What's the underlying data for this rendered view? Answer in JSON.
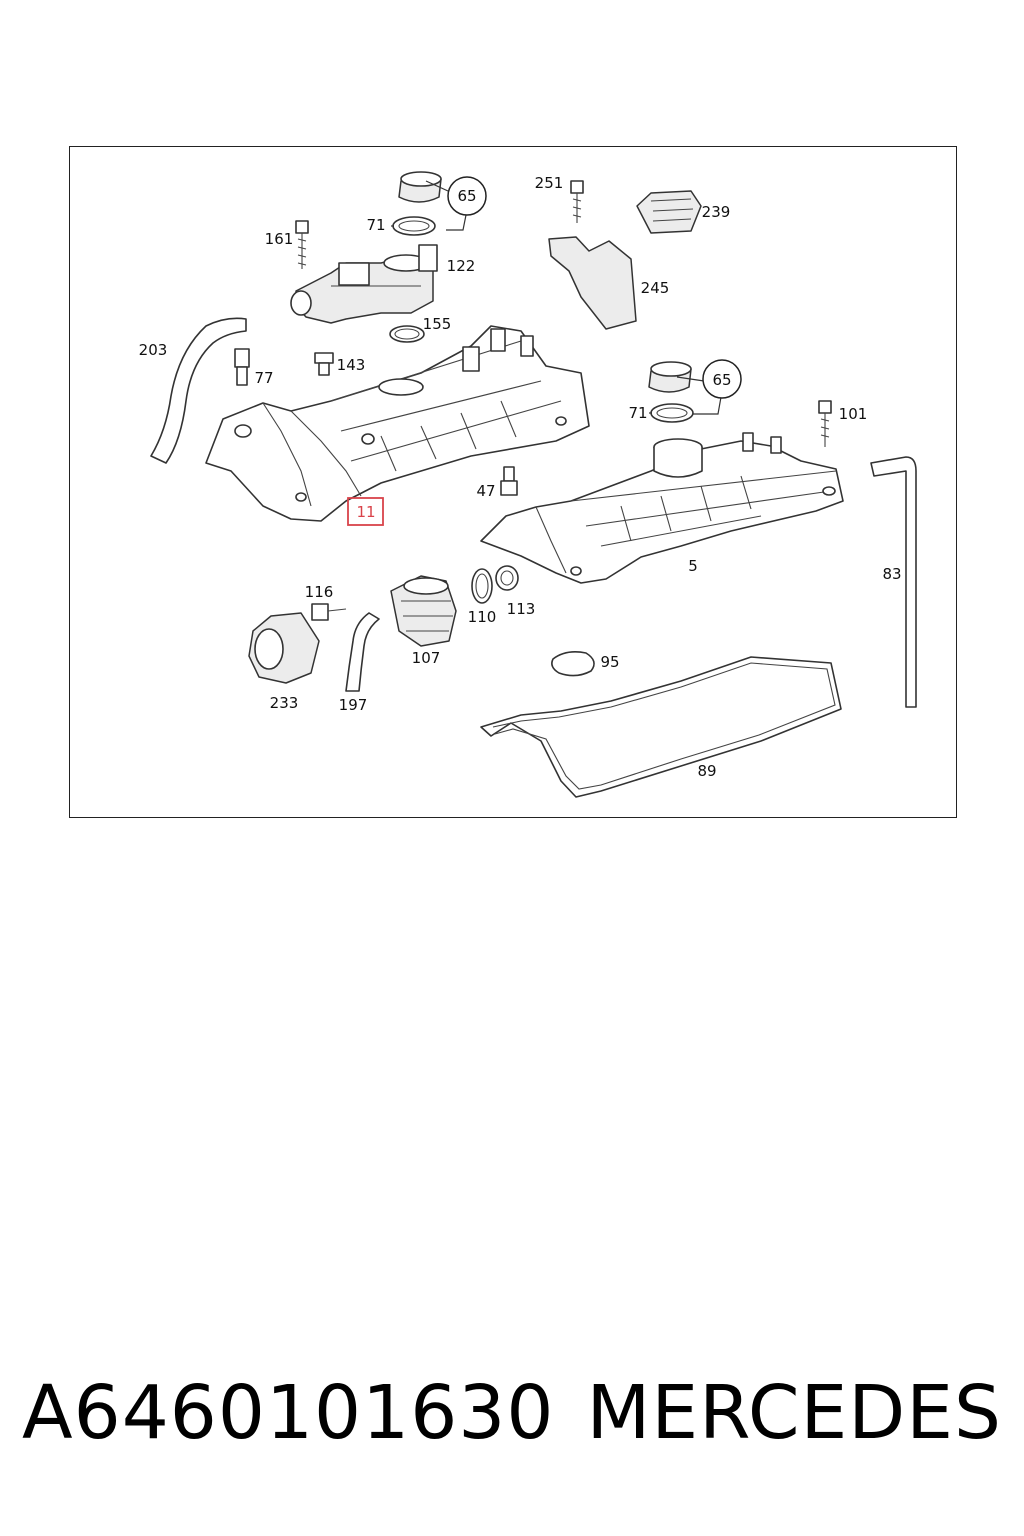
{
  "diagram": {
    "callouts": [
      {
        "id": "c65a",
        "text": "65",
        "circled": true
      },
      {
        "id": "c71a",
        "text": "71"
      },
      {
        "id": "c161",
        "text": "161"
      },
      {
        "id": "c122",
        "text": "122"
      },
      {
        "id": "c155",
        "text": "155"
      },
      {
        "id": "c203",
        "text": "203"
      },
      {
        "id": "c77",
        "text": "77"
      },
      {
        "id": "c143",
        "text": "143"
      },
      {
        "id": "c11",
        "text": "11",
        "highlighted": true,
        "color": "#d9434a"
      },
      {
        "id": "c251",
        "text": "251"
      },
      {
        "id": "c239",
        "text": "239"
      },
      {
        "id": "c245",
        "text": "245"
      },
      {
        "id": "c65b",
        "text": "65",
        "circled": true
      },
      {
        "id": "c71b",
        "text": "71"
      },
      {
        "id": "c101",
        "text": "101"
      },
      {
        "id": "c47",
        "text": "47"
      },
      {
        "id": "c5",
        "text": "5"
      },
      {
        "id": "c83",
        "text": "83"
      },
      {
        "id": "c116",
        "text": "116"
      },
      {
        "id": "c110",
        "text": "110"
      },
      {
        "id": "c113",
        "text": "113"
      },
      {
        "id": "c107",
        "text": "107"
      },
      {
        "id": "c95",
        "text": "95"
      },
      {
        "id": "c233",
        "text": "233"
      },
      {
        "id": "c197",
        "text": "197"
      },
      {
        "id": "c89",
        "text": "89"
      }
    ]
  },
  "footer": {
    "part_number": "A6460101630",
    "brand": "MERCEDES"
  },
  "colors": {
    "highlight": "#d9434a",
    "line": "#333333"
  }
}
